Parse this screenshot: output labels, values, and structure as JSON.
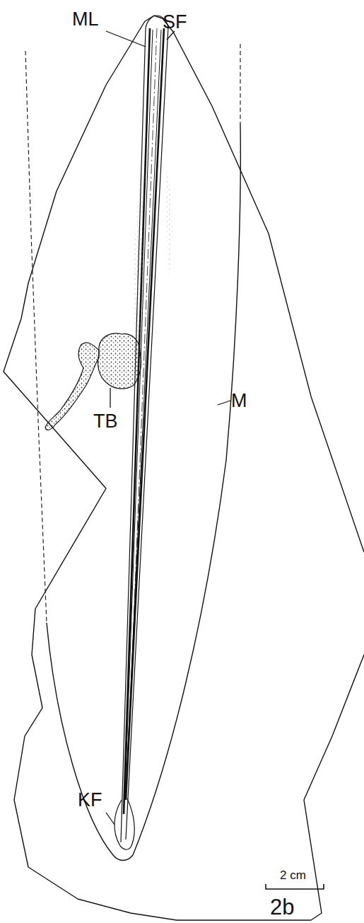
{
  "diagram": {
    "labels": [
      "ML",
      "SF",
      "TB",
      "M",
      "KF",
      "2 cm",
      "2b"
    ]
  }
}
